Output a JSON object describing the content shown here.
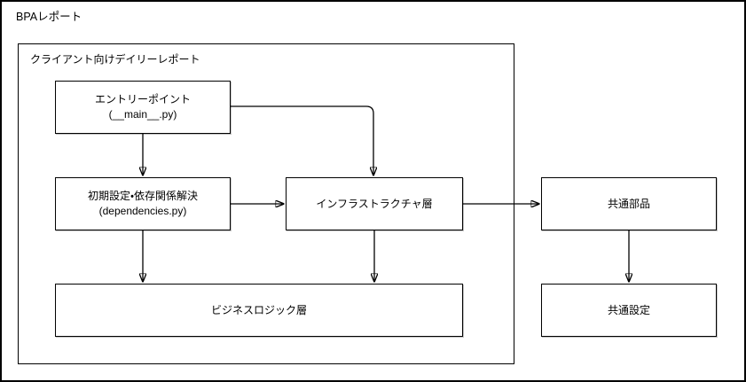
{
  "page": {
    "title": "BPAレポート"
  },
  "container": {
    "label": "クライアント向けデイリーレポート"
  },
  "nodes": {
    "entry_point": {
      "title": "エントリーポイント",
      "subtitle": "(__main__.py)"
    },
    "init_deps": {
      "title": "初期設定・依存関係解決",
      "subtitle": "(dependencies.py)"
    },
    "infrastructure": {
      "label": "インフラストラクチャ層"
    },
    "business_logic": {
      "label": "ビジネスロジック層"
    },
    "shared_components": {
      "label": "共通部品"
    },
    "shared_config": {
      "label": "共通設定"
    }
  },
  "edges": [
    {
      "from": "entry_point",
      "to": "init_deps",
      "route": "straight-down"
    },
    {
      "from": "entry_point",
      "to": "infrastructure",
      "route": "right-then-down"
    },
    {
      "from": "init_deps",
      "to": "infrastructure",
      "route": "straight-right"
    },
    {
      "from": "init_deps",
      "to": "business_logic",
      "route": "straight-down"
    },
    {
      "from": "infrastructure",
      "to": "business_logic",
      "route": "straight-down"
    },
    {
      "from": "infrastructure",
      "to": "shared_components",
      "route": "straight-right"
    },
    {
      "from": "shared_components",
      "to": "shared_config",
      "route": "straight-down"
    }
  ],
  "colors": {
    "stroke": "#000000",
    "node_fill": "#ffffff",
    "background": "#ffffff"
  }
}
